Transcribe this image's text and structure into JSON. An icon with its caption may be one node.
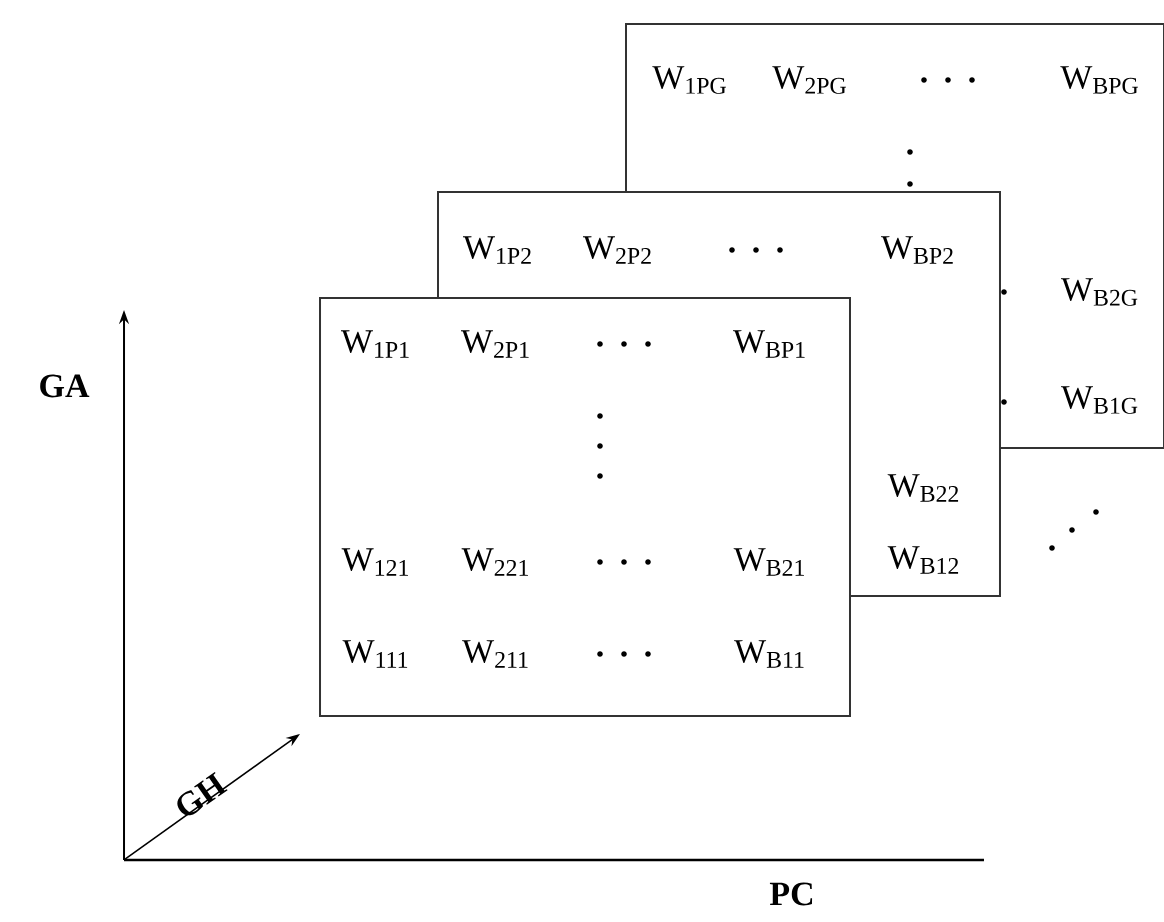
{
  "diagram": {
    "nodes": [
      {
        "text": [
          "W$_{1PG}$",
          "W$_{2PG}$",
          "W$_{BPG}$",
          "W$_{B2G}$",
          "W$_{B1G}$"
        ]
      },
      {
        "text": [
          "W$_{1P2}$",
          "W$_{2P2}$",
          "W$_{BP2}$",
          "W$_{B22}$",
          "W$_{B12}$"
        ]
      },
      {
        "text": [
          "W$_{1P1}$",
          "W$_{2P1}$",
          "W$_{BP1}$",
          "W$_{121}$",
          "W$_{221}$",
          "W$_{B21}$",
          "W$_{111}$",
          "W$_{211}$",
          "W$_{B11}$"
        ]
      }
    ],
    "edges": [],
    "labels": [
      "GA",
      "GH",
      "PC"
    ]
  }
}
